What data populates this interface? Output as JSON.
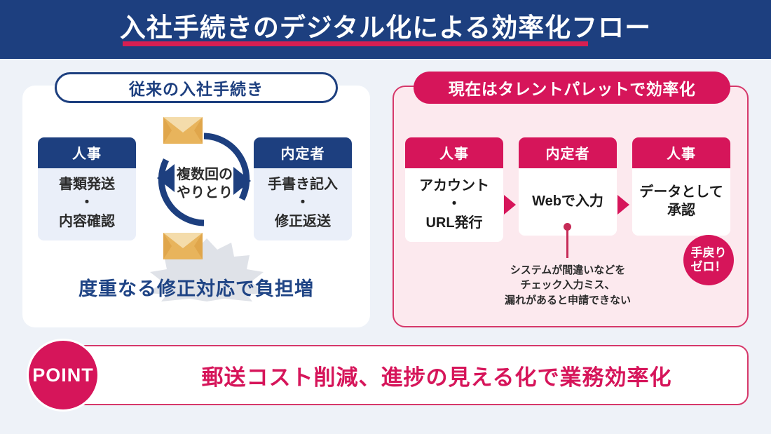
{
  "header": {
    "title": "入社手続きのデジタル化による効率化フロー",
    "underline_color": "#d61f52",
    "background_color": "#1d3f7f"
  },
  "left_panel": {
    "pill_label": "従来の入社手続き",
    "accent_color": "#1d3f7f",
    "cycle_label_line1": "複数回の",
    "cycle_label_line2": "やりとり",
    "envelope_top_icon": "envelope-icon",
    "envelope_bottom_icon": "envelope-icon",
    "boxes": [
      {
        "role": "人事",
        "body_line1": "書類発送",
        "body_line2": "・",
        "body_line3": "内容確認"
      },
      {
        "role": "内定者",
        "body_line1": "手書き記入",
        "body_line2": "・",
        "body_line3": "修正返送"
      }
    ],
    "footer_text": "度重なる修正対応で負担増"
  },
  "right_panel": {
    "pill_label": "現在はタレントパレットで効率化",
    "accent_color": "#d6155a",
    "background_color": "#fce9ee",
    "steps": [
      {
        "role": "人事",
        "body_line1": "アカウント",
        "body_line2": "・",
        "body_line3": "URL発行"
      },
      {
        "role": "内定者",
        "body_line1": "Webで入力",
        "body_line2": "",
        "body_line3": ""
      },
      {
        "role": "人事",
        "body_line1": "データとして",
        "body_line2": "承認",
        "body_line3": ""
      }
    ],
    "annotation": {
      "line1": "システムが間違いなどを",
      "line2": "チェック入力ミス、",
      "line3": "漏れがあると申請できない"
    },
    "badge": {
      "line1": "手戻り",
      "line2": "ゼロ！"
    }
  },
  "point_bar": {
    "circle_label": "POINT",
    "text": "郵送コスト削減、進捗の見える化で業務効率化",
    "accent_color": "#d6155a"
  }
}
